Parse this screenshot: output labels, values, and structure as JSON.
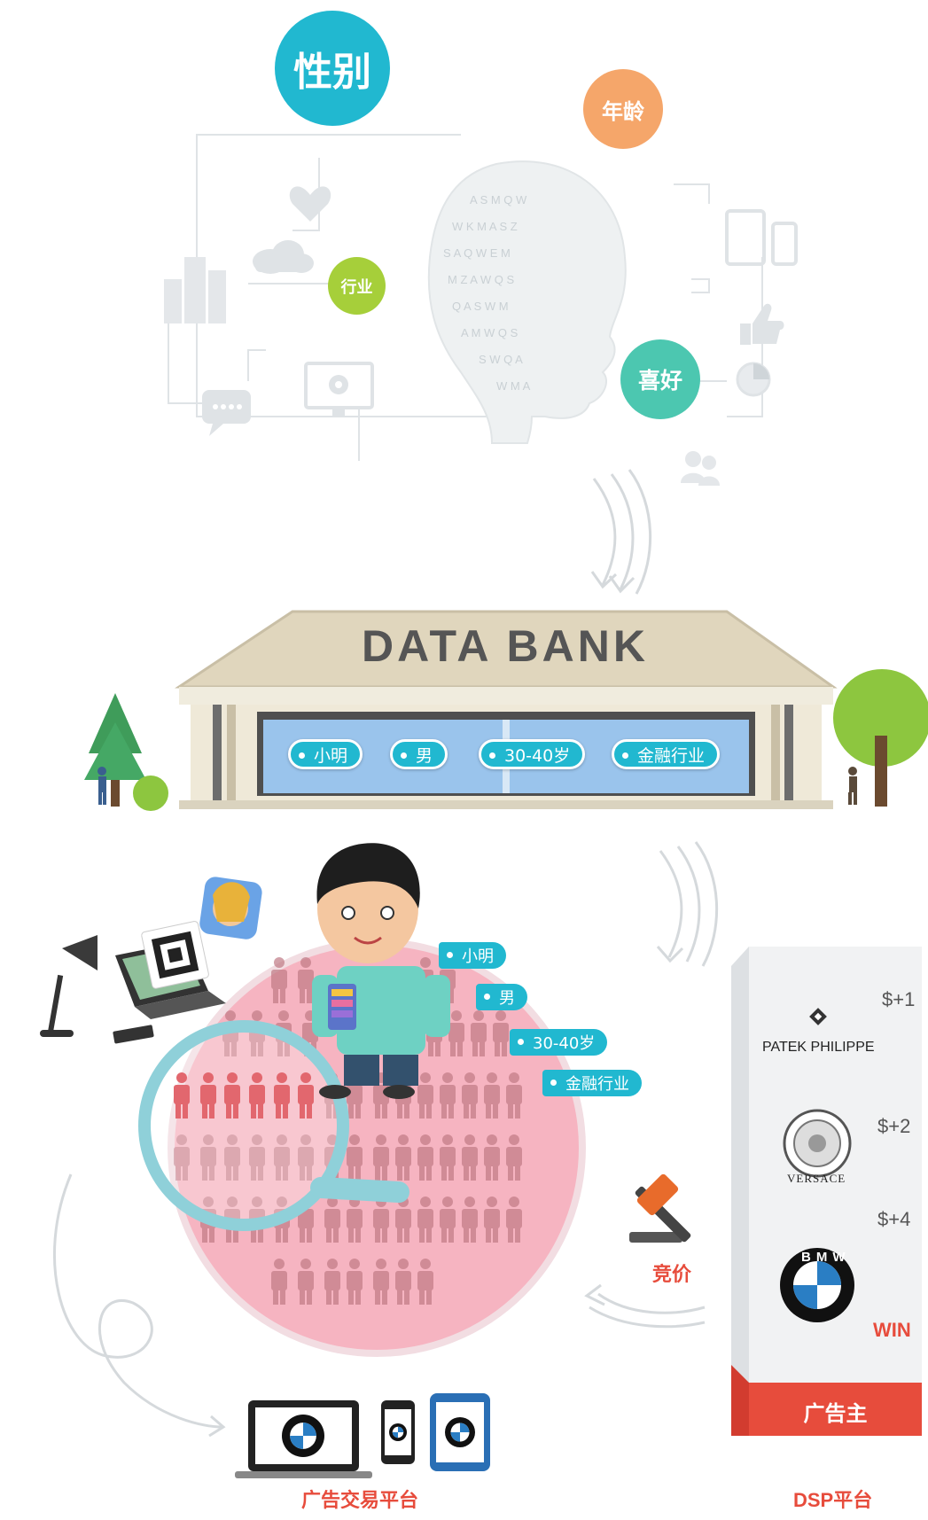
{
  "profile": {
    "gender": "性别",
    "age": "年龄",
    "industry": "行业",
    "preference": "喜好"
  },
  "bank": {
    "title": "DATA BANK",
    "tags": [
      "小明",
      "男",
      "30-40岁",
      "金融行业"
    ]
  },
  "user": {
    "tags": [
      "小明",
      "男",
      "30-40岁",
      "金融行业"
    ]
  },
  "bidding": {
    "label": "竞价",
    "bids": [
      {
        "brand": "PATEK PHILIPPE",
        "price": "$+1"
      },
      {
        "brand": "VERSACE",
        "price": "$+2"
      },
      {
        "brand": "BMW",
        "price": "$+4"
      }
    ],
    "win": "WIN",
    "advertiser": "广告主"
  },
  "platforms": {
    "exchange": "广告交易平台",
    "dsp": "DSP平台"
  },
  "colors": {
    "teal": "#21b8d0",
    "orange": "#f5a66a",
    "green": "#a6cf3a",
    "mint": "#4cc7b0",
    "red": "#e74c3c"
  }
}
